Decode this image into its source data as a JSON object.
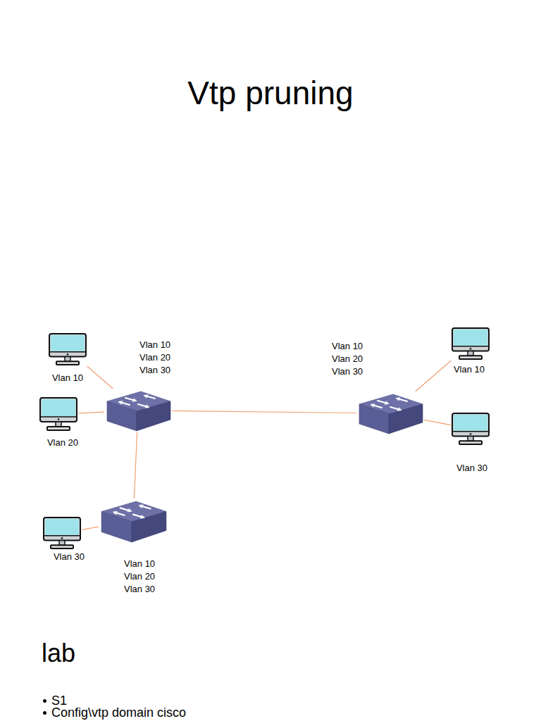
{
  "diagram": {
    "title": "Vtp pruning",
    "nodes": [
      {
        "text": [
          "Vlan 10"
        ]
      },
      {
        "text": [
          "Vlan 10",
          "Vlan 20",
          "Vlan 30"
        ]
      },
      {
        "text": [
          "Vlan 10",
          "Vlan 20",
          "Vlan 30"
        ]
      },
      {
        "text": [
          "Vlan 10"
        ]
      },
      {
        "text": [
          "Vlan 20"
        ]
      },
      {
        "text": [
          "Vlan 30"
        ]
      },
      {
        "text": [
          "Vlan 10",
          "Vlan 20",
          "Vlan 30"
        ]
      },
      {
        "text": [
          "Vlan 30"
        ]
      }
    ],
    "edges": [
      {
        "from": 0,
        "to": 1,
        "arrow": "none"
      },
      {
        "from": 4,
        "to": 1,
        "arrow": "none"
      },
      {
        "from": 1,
        "to": 2,
        "arrow": "none"
      },
      {
        "from": 1,
        "to": 6,
        "arrow": "none"
      },
      {
        "from": 6,
        "to": 7,
        "arrow": "none"
      },
      {
        "from": 2,
        "to": 3,
        "arrow": "none"
      },
      {
        "from": 2,
        "to": 5,
        "arrow": "none"
      }
    ],
    "labels": [
      "lab",
      "S1",
      "Config\\vtp domain cisco"
    ]
  }
}
